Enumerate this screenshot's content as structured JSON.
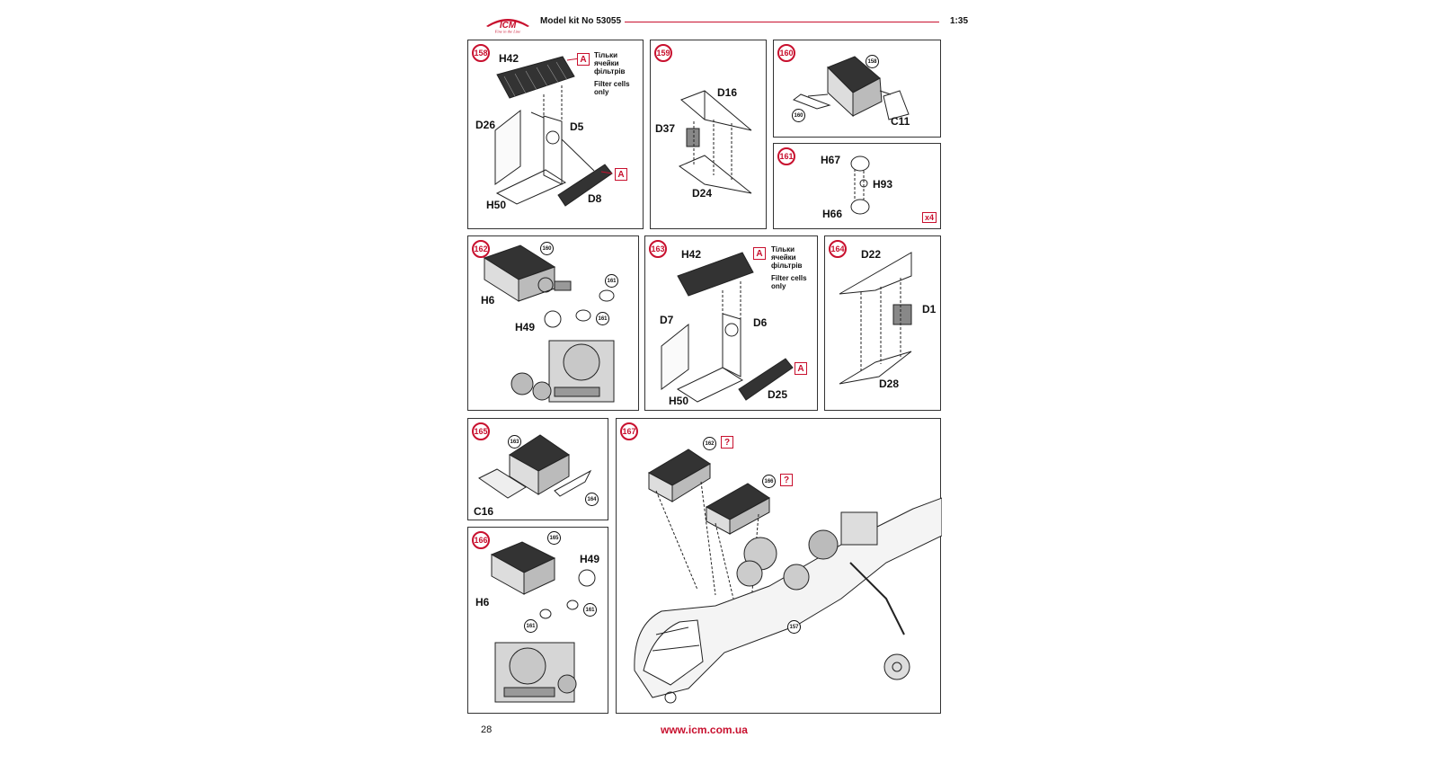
{
  "header": {
    "brand": "ICM",
    "tagline": "Fine in the Line",
    "kit": "Model kit No 53055",
    "scale": "1:35",
    "accent_color": "#c8102e"
  },
  "footer": {
    "page_number": "28",
    "url": "www.icm.com.ua"
  },
  "steps": {
    "s158": {
      "num": "158",
      "labels": [
        "H42",
        "D26",
        "D5",
        "H50",
        "D8"
      ],
      "callout": "A",
      "note_ua": "Тільки ячейки фільтрів",
      "note_en": "Filter cells only"
    },
    "s159": {
      "num": "159",
      "labels": [
        "D16",
        "D37",
        "D24"
      ]
    },
    "s160": {
      "num": "160",
      "labels": [
        "C11"
      ],
      "refs": [
        "158",
        "160"
      ]
    },
    "s161": {
      "num": "161",
      "labels": [
        "H67",
        "H93",
        "H66"
      ],
      "multiplier": "x4"
    },
    "s162": {
      "num": "162",
      "labels": [
        "H6",
        "H49"
      ],
      "refs": [
        "160",
        "161",
        "161"
      ]
    },
    "s163": {
      "num": "163",
      "labels": [
        "H42",
        "D7",
        "D6",
        "H50",
        "D25"
      ],
      "callout": "A",
      "note_ua": "Тільки ячейки фільтрів",
      "note_en": "Filter cells only"
    },
    "s164": {
      "num": "164",
      "labels": [
        "D22",
        "D1",
        "D28"
      ]
    },
    "s165": {
      "num": "165",
      "labels": [
        "C16"
      ],
      "refs": [
        "163",
        "164"
      ]
    },
    "s166": {
      "num": "166",
      "labels": [
        "H49",
        "H6"
      ],
      "refs": [
        "165",
        "161",
        "161"
      ]
    },
    "s167": {
      "num": "167",
      "refs": [
        "162",
        "166",
        "157"
      ],
      "callout": "?"
    }
  }
}
